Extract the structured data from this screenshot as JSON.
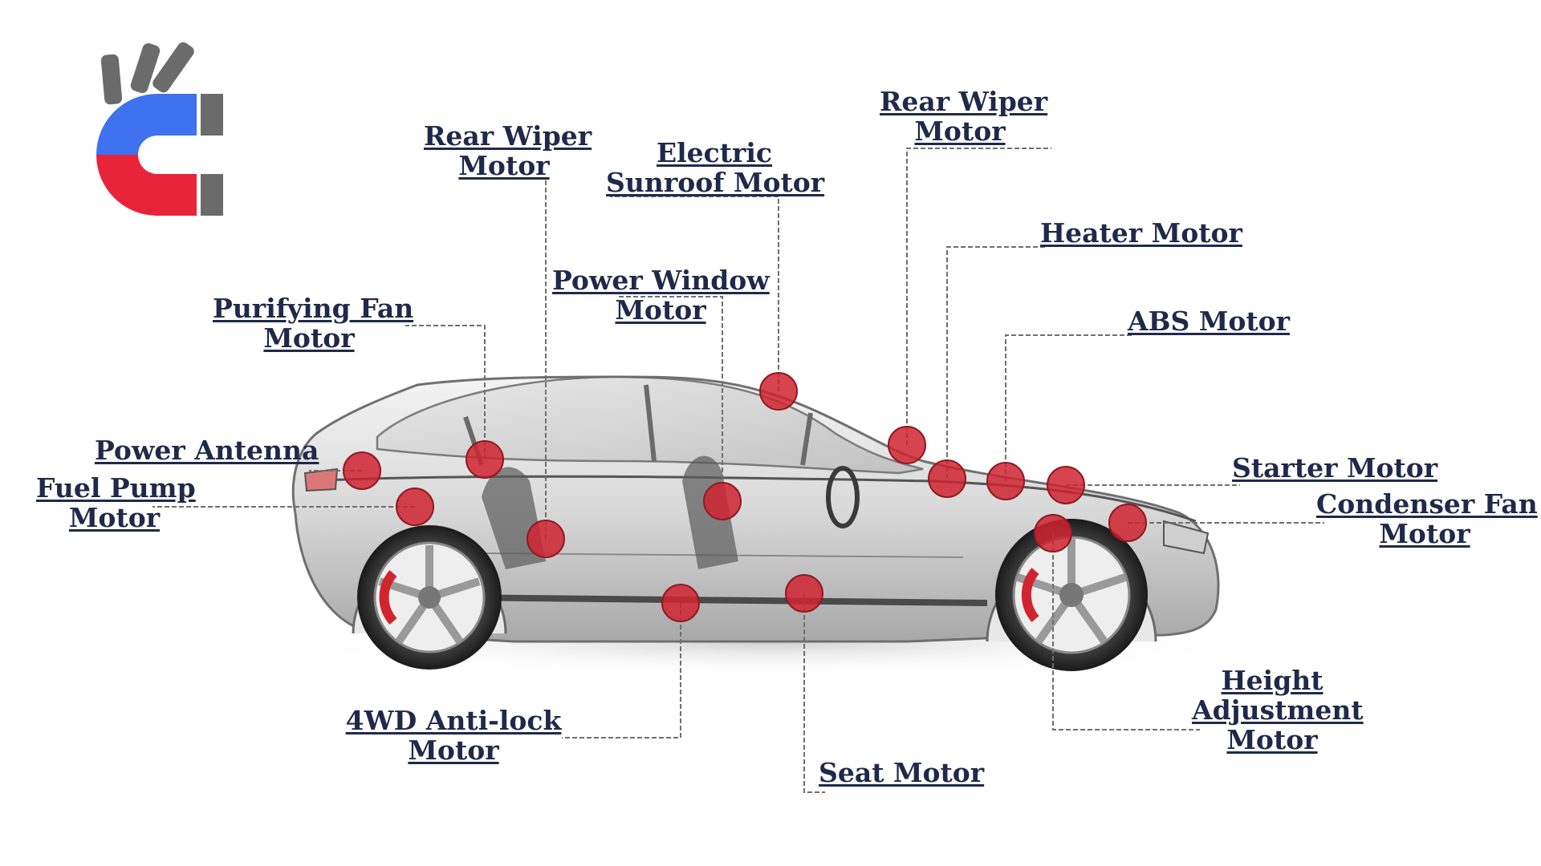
{
  "brand": {
    "colors": {
      "blue": "#3f72ee",
      "red": "#e8243a",
      "gray": "#6b6b6b"
    }
  },
  "diagram": {
    "marker_color": "#cf2530",
    "leader_line_color": "#6f6f6f",
    "label_color": "#1f2a4a",
    "labels": [
      {
        "id": "rear-wiper-motor-rear",
        "lines": [
          "Rear Wiper",
          "Motor"
        ]
      },
      {
        "id": "rear-wiper-motor-front",
        "lines": [
          "Rear Wiper",
          "Motor"
        ]
      },
      {
        "id": "electric-sunroof-motor",
        "lines": [
          "Electric",
          "Sunroof Motor"
        ]
      },
      {
        "id": "heater-motor",
        "lines": [
          "Heater Motor"
        ]
      },
      {
        "id": "abs-motor",
        "lines": [
          "ABS Motor"
        ]
      },
      {
        "id": "purifying-fan-motor",
        "lines": [
          "Purifying Fan",
          "Motor"
        ]
      },
      {
        "id": "power-window-motor",
        "lines": [
          "Power Window",
          "Motor"
        ]
      },
      {
        "id": "power-antenna",
        "lines": [
          "Power Antenna"
        ]
      },
      {
        "id": "fuel-pump-motor",
        "lines": [
          "Fuel Pump",
          "Motor"
        ]
      },
      {
        "id": "starter-motor",
        "lines": [
          "Starter Motor"
        ]
      },
      {
        "id": "condenser-fan-motor",
        "lines": [
          "Condenser Fan",
          "Motor"
        ]
      },
      {
        "id": "4wd-anti-lock-motor",
        "lines": [
          "4WD Anti-lock",
          "Motor"
        ]
      },
      {
        "id": "seat-motor",
        "lines": [
          "Seat Motor"
        ]
      },
      {
        "id": "height-adjustment-motor",
        "lines": [
          "Height",
          "Adjustment",
          "Motor"
        ]
      }
    ]
  }
}
